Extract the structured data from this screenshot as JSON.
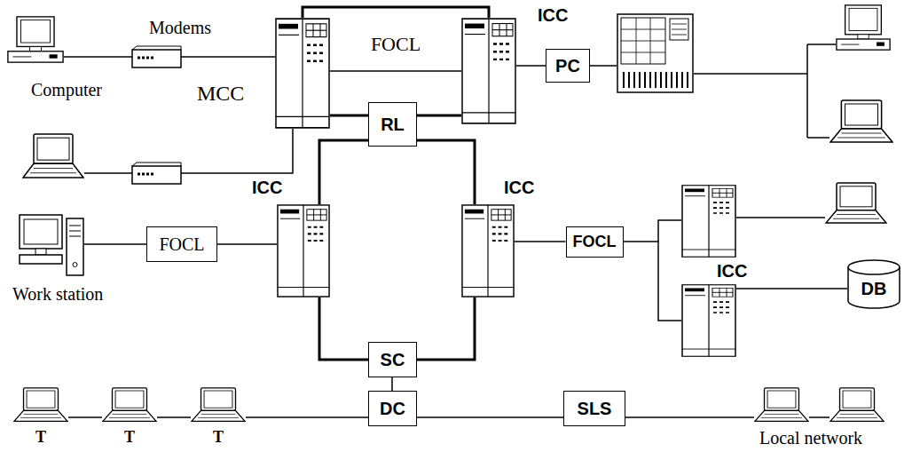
{
  "diagram": {
    "nodes": [
      {
        "text": [
          "Computer"
        ]
      },
      {
        "text": [
          "MCC"
        ]
      },
      {
        "text": [
          "ICC"
        ]
      },
      {
        "text": [
          "PC"
        ]
      },
      {
        "text": [
          "RL"
        ]
      },
      {
        "text": [
          "ICC"
        ]
      },
      {
        "text": [
          "ICC"
        ]
      },
      {
        "text": [
          "Work station"
        ]
      },
      {
        "text": [
          "FOCL"
        ]
      },
      {
        "text": [
          "FOCL"
        ]
      },
      {
        "text": [
          "ICC"
        ]
      },
      {
        "text": [
          "DB"
        ]
      },
      {
        "text": [
          "SC"
        ]
      },
      {
        "text": [
          "DC"
        ]
      },
      {
        "text": [
          "SLS"
        ]
      },
      {
        "text": [
          "T"
        ]
      },
      {
        "text": [
          "T"
        ]
      },
      {
        "text": [
          "T"
        ]
      }
    ],
    "edges": [
      {
        "from": 0,
        "to": 1,
        "arrow": "none"
      },
      {
        "from": 1,
        "to": 2,
        "arrow": "none"
      },
      {
        "from": 1,
        "to": 2,
        "arrow": "none",
        "label": "FOCL"
      },
      {
        "from": 1,
        "to": 4,
        "arrow": "none"
      },
      {
        "from": 2,
        "to": 4,
        "arrow": "none"
      },
      {
        "from": 2,
        "to": 3,
        "arrow": "none"
      },
      {
        "from": 4,
        "to": 5,
        "arrow": "none"
      },
      {
        "from": 4,
        "to": 6,
        "arrow": "none"
      },
      {
        "from": 7,
        "to": 8,
        "arrow": "none"
      },
      {
        "from": 8,
        "to": 5,
        "arrow": "none"
      },
      {
        "from": 6,
        "to": 9,
        "arrow": "none"
      },
      {
        "from": 9,
        "to": 10,
        "arrow": "none"
      },
      {
        "from": 10,
        "to": 11,
        "arrow": "none"
      },
      {
        "from": 5,
        "to": 12,
        "arrow": "none"
      },
      {
        "from": 6,
        "to": 12,
        "arrow": "none"
      },
      {
        "from": 12,
        "to": 13,
        "arrow": "none"
      },
      {
        "from": 15,
        "to": 16,
        "arrow": "none"
      },
      {
        "from": 16,
        "to": 17,
        "arrow": "none"
      },
      {
        "from": 17,
        "to": 13,
        "arrow": "none"
      },
      {
        "from": 13,
        "to": 14,
        "arrow": "none"
      }
    ],
    "labels": [
      "Modems",
      "Local network"
    ]
  }
}
